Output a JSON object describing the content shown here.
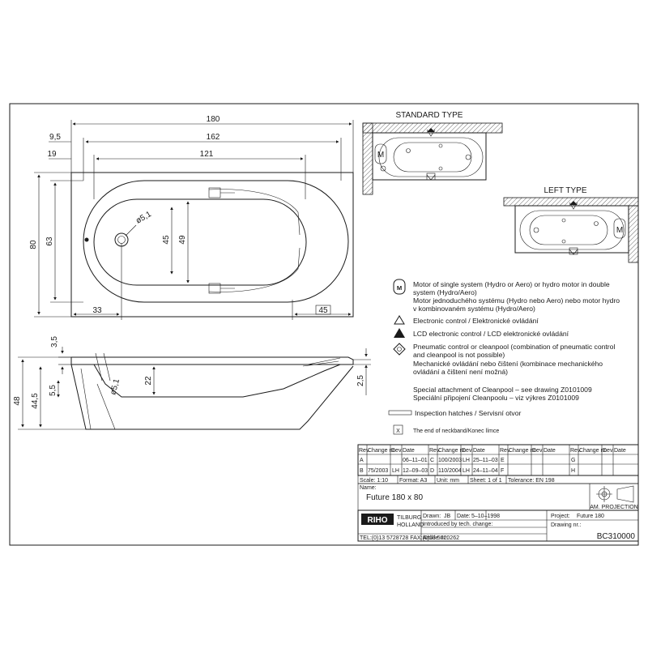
{
  "top_view": {
    "dims": {
      "overall_length": "180",
      "length_162": "162",
      "length_121": "121",
      "offset_9_5": "9,5",
      "offset_19": "19",
      "width": "80",
      "width_63": "63",
      "inner_45": "45",
      "inner_49": "49",
      "drain_dia": "ø5,1",
      "offset_33": "33",
      "offset_45": "45"
    }
  },
  "side_view": {
    "dims": {
      "rim_3_5": "3,5",
      "height_48": "48",
      "height_44_5": "44,5",
      "d_5_5": "5,5",
      "depth_22": "22",
      "d_2_5": "2,5",
      "drain_dia": "ø5,1"
    }
  },
  "standard_type": {
    "title": "STANDARD TYPE",
    "motor_letter": "M"
  },
  "left_type": {
    "title": "LEFT TYPE",
    "motor_letter": "M"
  },
  "legend": {
    "motor": {
      "symbol": "M",
      "lines": [
        "Motor of single system (Hydro or Aero) or hydro motor in double",
        "system (Hydro/Aero)",
        "Motor jednoduchého systému (Hydro nebo Aero) nebo motor hydro",
        "v kombinovaném systému (Hydro/Aero)"
      ]
    },
    "electronic": {
      "text": "Electronic control / Elektronické ovládání"
    },
    "lcd": {
      "text": "LCD electronic control / LCD elektronické ovládání"
    },
    "pneumatic": {
      "lines": [
        "Pneumatic control or cleanpool (combination of pneumatic control",
        "and cleanpool is not possible)",
        "Mechanické ovládání nebo čištení (kombinace mechanického",
        "ovládání a čištení není možná)"
      ]
    },
    "special": {
      "lines": [
        "Special attachment of Cleanpool – see drawing Z0101009",
        "Speciální připojení Cleanpoolu – viz výkres Z0101009"
      ]
    },
    "inspection": {
      "text": "Inspection hatches / Servisní otvor"
    },
    "neckband": {
      "symbol": "X",
      "text": "The end of neckband/Konec límce"
    }
  },
  "title_block": {
    "rev_headers": [
      "Rev.",
      "Change nr.",
      "Dev.",
      "Date"
    ],
    "rev_rows": [
      [
        "A",
        "",
        "",
        "06–11–01",
        "C",
        "100/2003",
        "",
        "25–11–03",
        "E",
        "",
        "",
        "",
        "G",
        "",
        "",
        ""
      ],
      [
        "B",
        "75/2003",
        "LH",
        "12–09–03",
        "D",
        "110/2004",
        "LH",
        "24–11–04",
        "F",
        "",
        "",
        "",
        "H",
        "",
        "",
        ""
      ]
    ],
    "rev_c_dev": "LH",
    "scale": "Scale: 1:10",
    "format": "Format: A3",
    "unit": "Unit: mm",
    "sheet": "Sheet: 1 of 1",
    "tolerance": "Tolerance: EN 198",
    "name_label": "Name:",
    "name": "Future 180 x 80",
    "projection": "AM. PROJECTION",
    "brand": "RIHO",
    "city": "TILBURG",
    "country": "HOLLAND",
    "contact": "TEL:(0)13 5728728 FAX:(0)13 5720262",
    "drawn_label": "Drawn:",
    "drawn": "JB",
    "date_label": "Date:",
    "date": "5–10–1998",
    "project_label": "Project:",
    "project": "Future 180",
    "introduced": "Introduced by tech. change:",
    "drawing_nr_label": "Drawing nr.:",
    "article_label": "Artikle nr.:",
    "drawing_nr": "BC310000"
  }
}
